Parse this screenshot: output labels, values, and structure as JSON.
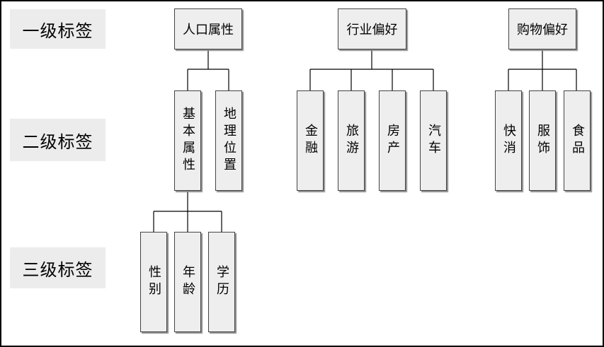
{
  "levels": [
    "一级标签",
    "二级标签",
    "三级标签"
  ],
  "level1": [
    "人口属性",
    "行业偏好",
    "购物偏好"
  ],
  "level2": {
    "population": [
      "基本属性",
      "地理位置"
    ],
    "industry": [
      "金融",
      "旅游",
      "房产",
      "汽车"
    ],
    "shopping": [
      "快消",
      "服饰",
      "食品"
    ]
  },
  "level3": {
    "basic_attributes": [
      "性别",
      "年龄",
      "学历"
    ]
  },
  "colors": {
    "box_fill": "#eeeeee",
    "label_fill": "#ececec",
    "line": "#000000"
  }
}
